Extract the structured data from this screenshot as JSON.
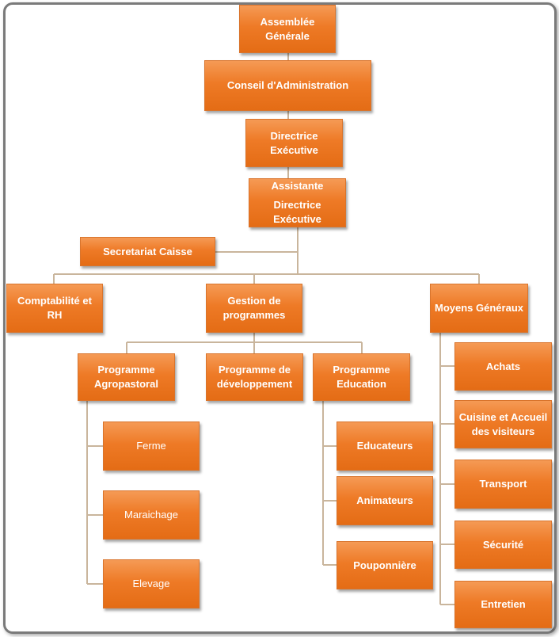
{
  "org": {
    "assemblee": [
      "Assemblée",
      "Générale"
    ],
    "conseil": "Conseil d'Administration",
    "directrice": [
      "Directrice",
      "Exécutive"
    ],
    "assistante": [
      "Assistante",
      "Directrice",
      "Exécutive"
    ],
    "secretariat": "Secretariat Caisse",
    "comptabilite": [
      "Comptabilité et",
      "RH"
    ],
    "gestion": [
      "Gestion de",
      "programmes"
    ],
    "moyens": "Moyens Généraux",
    "agro": [
      "Programme",
      "Agropastoral"
    ],
    "developpement": [
      "Programme de",
      "développement"
    ],
    "education": [
      "Programme",
      "Education"
    ],
    "ferme": "Ferme",
    "maraichage": "Maraichage",
    "elevage": "Elevage",
    "educateurs": "Educateurs",
    "animateurs": "Animateurs",
    "pouponniere": "Pouponnière",
    "achats": "Achats",
    "cuisine": [
      "Cuisine et Accueil",
      "des visiteurs"
    ],
    "transport": "Transport",
    "securite": "Sécurité",
    "entretien": "Entretien"
  },
  "colors": {
    "box": "#ed7d31",
    "line": "#c9b59c"
  }
}
